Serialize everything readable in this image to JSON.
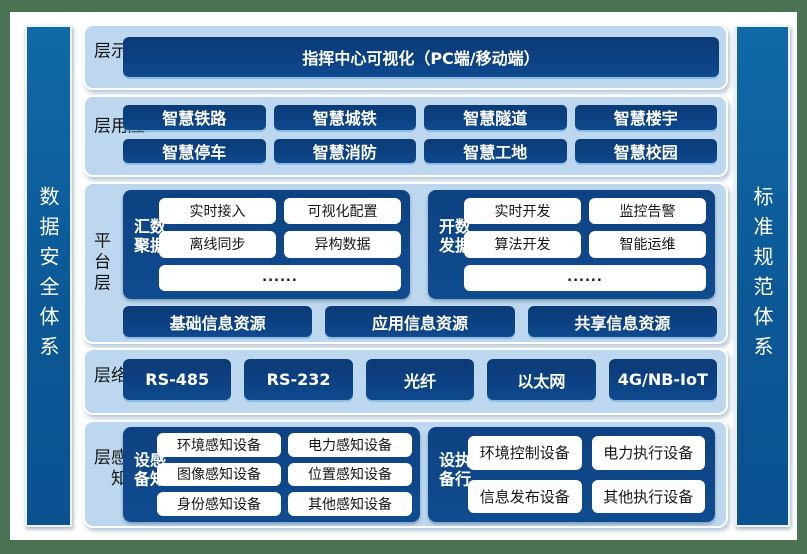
{
  "pillars": {
    "left": "数据安全体系",
    "right": "标准规范体系"
  },
  "layers": {
    "display": {
      "label": "展示层",
      "main_box": "指挥中心可视化（PC端/移动端）"
    },
    "application": {
      "label": "应用层",
      "items": [
        "智慧铁路",
        "智慧城铁",
        "智慧隧道",
        "智慧楼宇",
        "智慧停车",
        "智慧消防",
        "智慧工地",
        "智慧校园"
      ]
    },
    "platform": {
      "label": "平台层",
      "groups": [
        {
          "label": "数据汇聚",
          "items": [
            "实时接入",
            "可视化配置",
            "离线同步",
            "异构数据"
          ],
          "more": "......"
        },
        {
          "label": "数据开发",
          "items": [
            "实时开发",
            "监控告警",
            "算法开发",
            "智能运维"
          ],
          "more": "......"
        }
      ],
      "resources": [
        "基础信息资源",
        "应用信息资源",
        "共享信息资源"
      ]
    },
    "network": {
      "label": "网络层",
      "items": [
        "RS-485",
        "RS-232",
        "光纤",
        "以太网",
        "4G/NB-IoT"
      ]
    },
    "perception": {
      "label": "感知层",
      "groups": [
        {
          "label": "感知设备",
          "items": [
            "环境感知设备",
            "电力感知设备",
            "图像感知设备",
            "位置感知设备",
            "身份感知设备",
            "其他感知设备"
          ]
        },
        {
          "label": "执行设备",
          "items": [
            "环境控制设备",
            "电力执行设备",
            "信息发布设备",
            "其他执行设备"
          ]
        }
      ]
    }
  },
  "colors": {
    "frame_green": "#4A7253",
    "panel_blue": "#BDD7EE",
    "box_navy": "#0C4183",
    "pillar_blue": "#0D5C9B",
    "white_box": "#FFFFFF"
  }
}
